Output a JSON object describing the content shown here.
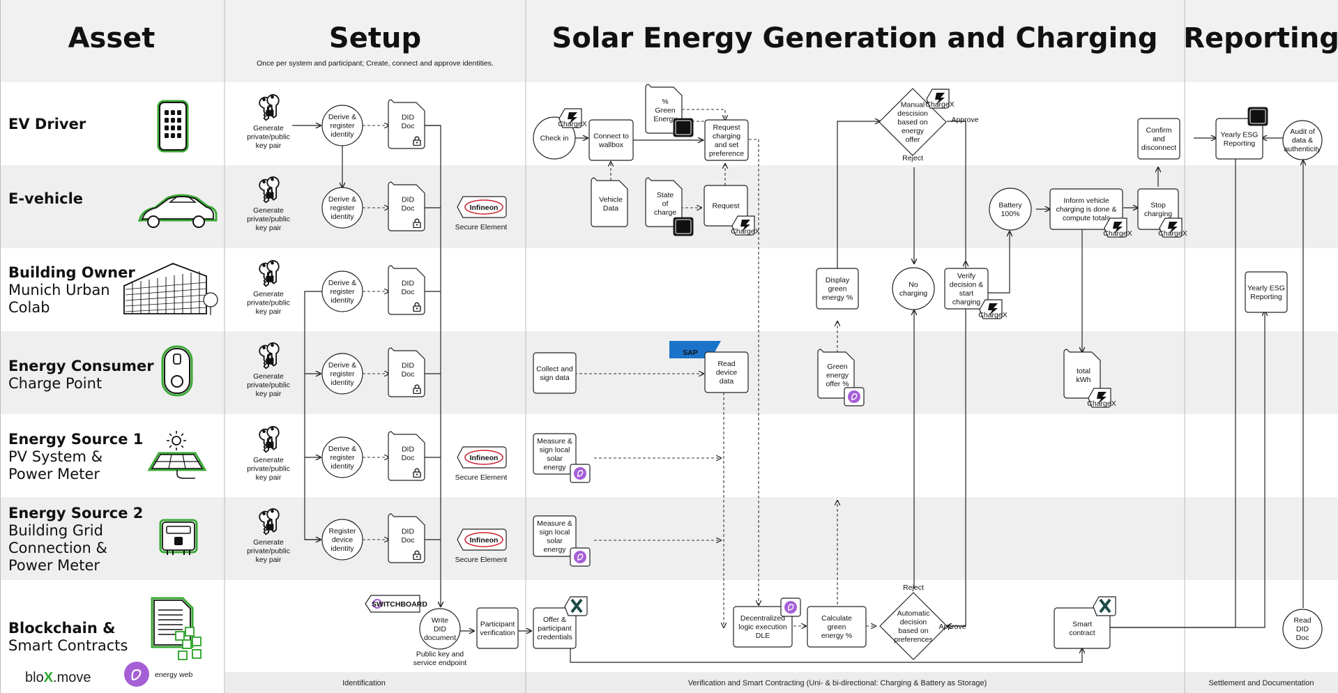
{
  "columns": {
    "asset": "Asset",
    "setup": "Setup",
    "setup_sub": "Once per system and participant; Create, connect and approve identities.",
    "solar": "Solar Energy Generation and Charging",
    "reporting": "Reporting"
  },
  "footer": {
    "identification": "Identification",
    "verification": "Verification and Smart Contracting (Uni- & bi-directional: Charging & Battery as Storage)",
    "settlement": "Settlement and Documentation"
  },
  "lanes": [
    {
      "title": "EV Driver",
      "sub": [],
      "icon": "smartphone-icon"
    },
    {
      "title": "E-vehicle",
      "sub": [],
      "icon": "car-icon"
    },
    {
      "title": "Building Owner",
      "sub": [
        "Munich Urban",
        "Colab"
      ],
      "icon": "building-icon"
    },
    {
      "title": "Energy Consumer",
      "sub": [
        "Charge Point"
      ],
      "icon": "charge-point-icon"
    },
    {
      "title": "Energy Source 1",
      "sub": [
        "PV System &",
        "Power Meter"
      ],
      "icon": "solar-panel-icon"
    },
    {
      "title": "Energy Source 2",
      "sub": [
        "Building Grid",
        "Connection &",
        "Power Meter"
      ],
      "icon": "power-meter-icon"
    },
    {
      "title": "Blockchain &",
      "sub": [
        "Smart Contracts"
      ],
      "icon": "smart-contract-icon"
    }
  ],
  "brands": {
    "blox": "blo",
    "blox_x": "X",
    "blox_move": ".move",
    "energyweb": "energy web"
  },
  "nodes": {
    "keypair": [
      "Generate",
      "private/public",
      "key pair"
    ],
    "derive": [
      "Derive &",
      "register",
      "identity"
    ],
    "register_device": [
      "Register",
      "device",
      "identity"
    ],
    "did_doc": [
      "DID",
      "Doc"
    ],
    "secure_element": "Secure Element",
    "infineon": "Infineon",
    "switchboard": "SWITCHBOARD",
    "write_did": [
      "Write",
      "DID",
      "document"
    ],
    "write_did_caption": [
      "Public key and",
      "service endpoint"
    ],
    "participant_verification": [
      "Participant",
      "verification"
    ],
    "check_in": "Check in",
    "connect_wallbox": [
      "Connect to",
      "wallbox"
    ],
    "green_energy_pct": [
      "%",
      "Green",
      "Energy"
    ],
    "request_charging": [
      "Request",
      "charging",
      "and set",
      "preference"
    ],
    "vehicle_data": [
      "Vehicle",
      "Data"
    ],
    "state_of_charge": [
      "State",
      "of",
      "charge"
    ],
    "request": "Request",
    "collect_sign": [
      "Collect and",
      "sign data"
    ],
    "sap": "SAP",
    "read_device": [
      "Read",
      "device",
      "data"
    ],
    "measure_sign": [
      "Measure &",
      "sign local",
      "solar",
      "energy"
    ],
    "offer_credentials": [
      "Offer &",
      "participant",
      "credentials"
    ],
    "dle": [
      "Decentralized",
      "logic execution",
      "DLE"
    ],
    "calc_green": [
      "Calculate",
      "green",
      "energy %"
    ],
    "auto_decision": [
      "Automatic",
      "decision",
      "based on",
      "preferences"
    ],
    "green_offer": [
      "Green",
      "energy",
      "offer %"
    ],
    "display_green": [
      "Display",
      "green",
      "energy %"
    ],
    "manual_decision": [
      "Manual",
      "descision",
      "based on",
      "energy",
      "offer"
    ],
    "approve": "Approve",
    "reject": "Reject",
    "no_charging": [
      "No",
      "charging"
    ],
    "verify_decision": [
      "Verify",
      "decision &",
      "start",
      "charging"
    ],
    "battery": [
      "Battery",
      "100%"
    ],
    "inform_vehicle": [
      "Inform vehicle",
      "charging is done &",
      "compute totals"
    ],
    "total_kwh": [
      "total",
      "kWh"
    ],
    "stop_charging": [
      "Stop",
      "charging"
    ],
    "confirm_disconnect": [
      "Confirm",
      "and",
      "disconnect"
    ],
    "smart_contract": [
      "Smart",
      "contract"
    ],
    "yearly_esg": [
      "Yearly ESG",
      "Reporting"
    ],
    "audit": [
      "Audit of",
      "data &",
      "authenticity"
    ],
    "read_did": [
      "Read",
      "DID",
      "Doc"
    ],
    "chargex": "ChargeX",
    "tesla_t": "T"
  },
  "colors": {
    "lane_band": "#efefef",
    "header_band": "#f1f1f1",
    "asset_green": "#3aa935",
    "ew_purple": "#a65fd6",
    "sap_blue": "#1b74c9",
    "dark_teal": "#1d4c46",
    "blox_green": "#2aa62d",
    "tesla_bg": "#111111"
  }
}
